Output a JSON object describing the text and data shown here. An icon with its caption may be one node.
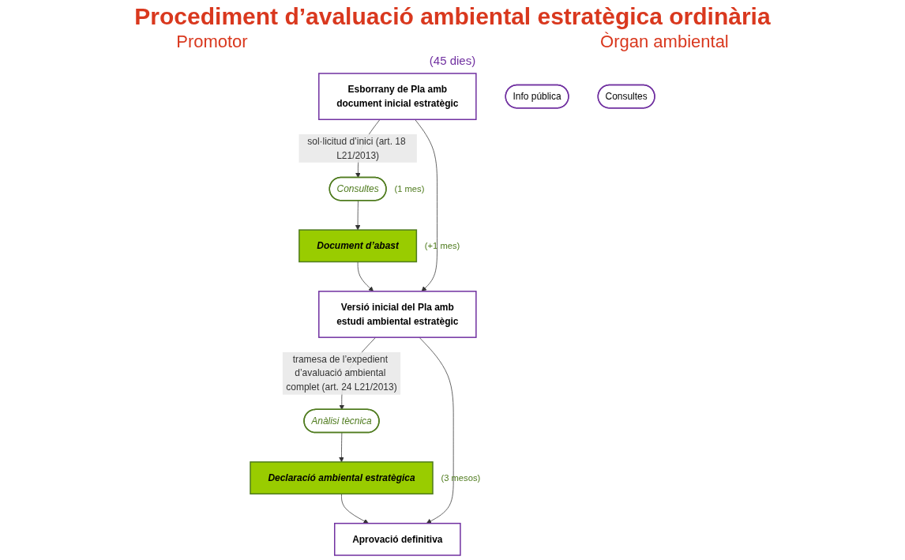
{
  "diagram": {
    "title": "Procediment d’avaluació ambiental estratègica ordinària",
    "nodes": [
      {
        "text": [
          "Esborrany de Pla amb",
          "document inicial estratègic"
        ]
      },
      {
        "text": [
          "Consultes"
        ],
        "beside": [
          "(1 mes)"
        ]
      },
      {
        "text": [
          "Document d’abast"
        ],
        "beside": [
          "(+1 mes)"
        ]
      },
      {
        "text": [
          "Versió inicial del Pla amb",
          "estudi ambiental estratègic"
        ]
      },
      {
        "text": [
          "Info pública"
        ]
      },
      {
        "text": [
          "Consultes"
        ]
      },
      {
        "text": [
          "Anàlisi tècnica"
        ]
      },
      {
        "text": [
          "Declaració ambiental estratègica"
        ],
        "beside": [
          "(3 mesos)"
        ]
      },
      {
        "text": [
          "Aprovació definitiva"
        ]
      }
    ],
    "edges": [
      {
        "from": 0,
        "to": 1,
        "arrow": "to",
        "label": "sol·licitud d’inici (art. 18 L21/2013)"
      },
      {
        "from": 1,
        "to": 2,
        "arrow": "to"
      },
      {
        "from": 2,
        "to": 3,
        "arrow": "to"
      },
      {
        "from": 0,
        "to": 3,
        "arrow": "to"
      },
      {
        "from": 3,
        "to": 6,
        "arrow": "to",
        "label": "tramesa de l’expedient d’avaluació ambiental complet (art. 24 L21/2013)"
      },
      {
        "from": 6,
        "to": 7,
        "arrow": "to"
      },
      {
        "from": 7,
        "to": 8,
        "arrow": "to"
      },
      {
        "from": 3,
        "to": 8,
        "arrow": "to"
      }
    ],
    "labels": [
      "Promotor",
      "Òrgan ambiental",
      "(45 dies)"
    ]
  }
}
